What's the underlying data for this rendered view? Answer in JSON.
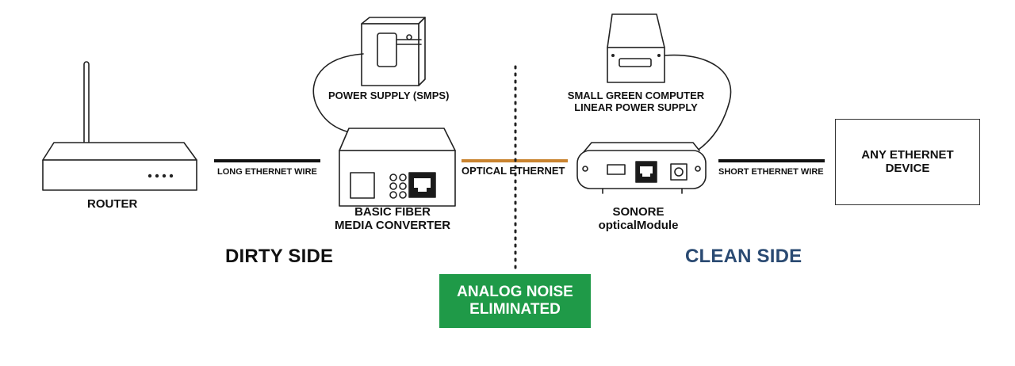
{
  "diagram": {
    "router": {
      "label": "ROUTER",
      "icon": "router-icon"
    },
    "long_wire": {
      "label": "LONG ETHERNET WIRE",
      "color": "#111111"
    },
    "power_supply": {
      "label": "POWER SUPPLY (SMPS)",
      "icon": "power-supply-icon"
    },
    "fiber_converter": {
      "label_line1": "BASIC FIBER",
      "label_line2": "MEDIA CONVERTER",
      "icon": "fiber-converter-icon"
    },
    "optical_link": {
      "label": "OPTICAL ETHERNET",
      "color": "#c9832f"
    },
    "linear_psu": {
      "label_line1": "SMALL GREEN COMPUTER",
      "label_line2": "LINEAR POWER SUPPLY",
      "icon": "linear-psu-icon"
    },
    "optical_module": {
      "label_line1": "SONORE",
      "label_line2": "opticalModule",
      "icon": "optical-module-icon"
    },
    "short_wire": {
      "label": "SHORT ETHERNET WIRE",
      "color": "#111111"
    },
    "ethernet_device": {
      "label_line1": "ANY ETHERNET",
      "label_line2": "DEVICE"
    },
    "dirty_side": {
      "label": "DIRTY SIDE",
      "color": "#111111"
    },
    "clean_side": {
      "label": "CLEAN SIDE",
      "color": "#2a4a72"
    },
    "noise_badge": {
      "label_line1": "ANALOG NOISE",
      "label_line2": "ELIMINATED",
      "color": "#1f9a48"
    }
  }
}
